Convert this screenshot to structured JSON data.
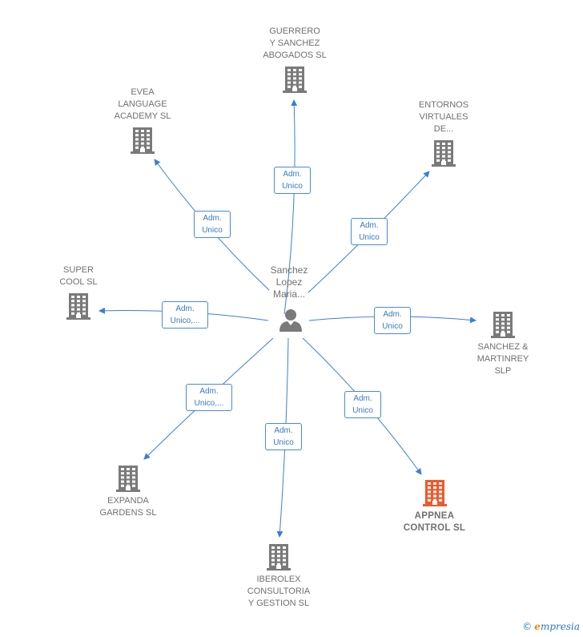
{
  "center": {
    "label": "Sanchez\nLopez\nMaria..."
  },
  "companies": [
    {
      "id": "guerrero",
      "label": "GUERRERO\nY SANCHEZ\nABOGADOS  SL",
      "role": "Adm.\nUnico"
    },
    {
      "id": "evea",
      "label": "EVEA\nLANGUAGE\nACADEMY SL",
      "role": "Adm.\nUnico"
    },
    {
      "id": "entornos",
      "label": "ENTORNOS\nVIRTUALES\nDE...",
      "role": "Adm.\nUnico"
    },
    {
      "id": "super",
      "label": "SUPER\nCOOL  SL",
      "role": "Adm.\nUnico,..."
    },
    {
      "id": "sanchez-martinrey",
      "label": "SANCHEZ &\nMARTINREY\nSLP",
      "role": "Adm.\nUnico"
    },
    {
      "id": "expanda",
      "label": "EXPANDA\nGARDENS SL",
      "role": "Adm.\nUnico,..."
    },
    {
      "id": "appnea",
      "label": "APPNEA\nCONTROL  SL",
      "role": "Adm.\nUnico",
      "highlight": true
    },
    {
      "id": "iberolex",
      "label": "IBEROLEX\nCONSULTORIA\nY GESTION SL",
      "role": "Adm.\nUnico"
    }
  ],
  "colors": {
    "edge": "#3a7fd5",
    "building": "#7a7a7a",
    "highlight": "#f0592a"
  },
  "footer": {
    "copyright": "©",
    "brand_first": "e",
    "brand_rest": "mpresia"
  }
}
